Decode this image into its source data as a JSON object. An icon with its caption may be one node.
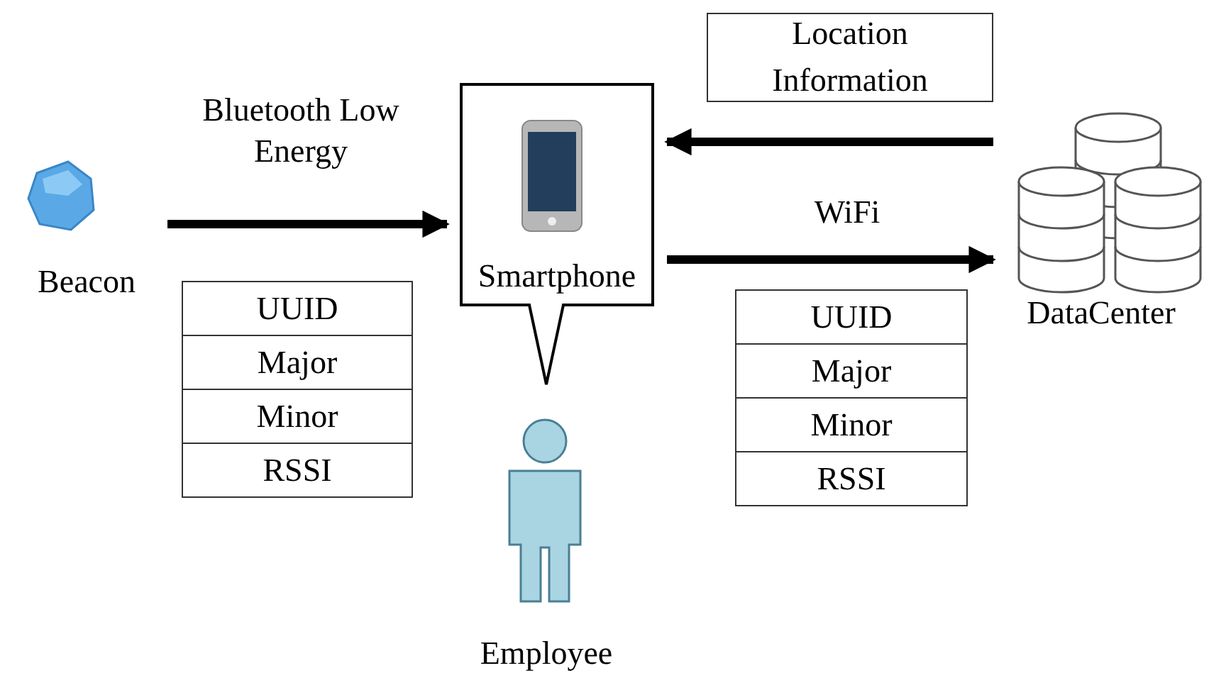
{
  "diagram": {
    "nodes": [
      {
        "text": [
          "Beacon"
        ]
      },
      {
        "text": [
          "Smartphone"
        ]
      },
      {
        "text": [
          "Employee"
        ]
      },
      {
        "text": [
          "DataCenter"
        ]
      },
      {
        "text": [
          "Location Information"
        ]
      }
    ],
    "edges": [
      {
        "from": 0,
        "to": 1,
        "arrow": "to",
        "label": "Bluetooth Low Energy"
      },
      {
        "from": 1,
        "to": 3,
        "arrow": "to",
        "label": "WiFi"
      },
      {
        "from": 3,
        "to": 1,
        "arrow": "to"
      }
    ],
    "labels": [
      "UUID",
      "Major",
      "Minor",
      "RSSI",
      "UUID",
      "Major",
      "Minor",
      "RSSI"
    ]
  }
}
